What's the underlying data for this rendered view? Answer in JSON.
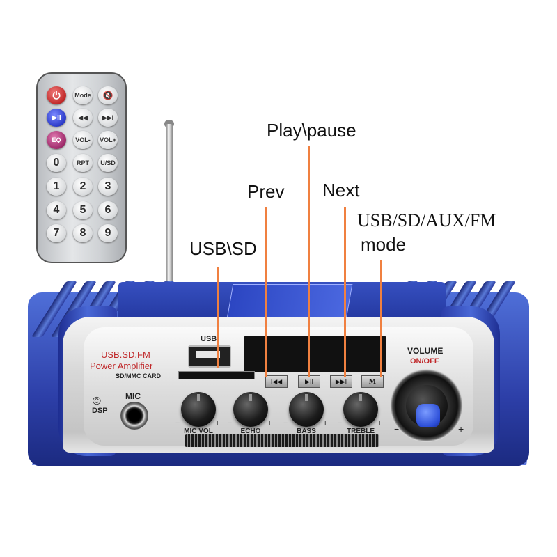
{
  "remote": {
    "rows": [
      [
        {
          "label": "⏻",
          "kind": "power"
        },
        {
          "label": "Mode",
          "kind": "normal"
        },
        {
          "label": "🔇",
          "kind": "mute"
        }
      ],
      [
        {
          "label": "▶II",
          "kind": "play"
        },
        {
          "label": "◀◀",
          "kind": "normal"
        },
        {
          "label": "▶▶I",
          "kind": "normal"
        }
      ],
      [
        {
          "label": "EQ",
          "kind": "eq"
        },
        {
          "label": "VOL-",
          "kind": "normal"
        },
        {
          "label": "VOL+",
          "kind": "normal"
        }
      ],
      [
        {
          "label": "0",
          "kind": "num"
        },
        {
          "label": "RPT",
          "kind": "normal"
        },
        {
          "label": "U/SD",
          "kind": "normal"
        }
      ],
      [
        {
          "label": "1",
          "kind": "num"
        },
        {
          "label": "2",
          "kind": "num"
        },
        {
          "label": "3",
          "kind": "num"
        }
      ],
      [
        {
          "label": "4",
          "kind": "num"
        },
        {
          "label": "5",
          "kind": "num"
        },
        {
          "label": "6",
          "kind": "num"
        }
      ],
      [
        {
          "label": "7",
          "kind": "num"
        },
        {
          "label": "8",
          "kind": "num"
        },
        {
          "label": "9",
          "kind": "num"
        }
      ]
    ]
  },
  "amp": {
    "brand_line1": "USB.SD.FM",
    "brand_line2": "Power Amplifier",
    "usb_label": "USB",
    "card_label": "SD/MMC CARD",
    "dsp_label": "DSP",
    "mic_label": "MIC",
    "volume_label": "VOLUME",
    "onoff_label": "ON/OFF",
    "minus": "−",
    "plus": "+",
    "knobs": [
      "MIC VOL",
      "ECHO",
      "BASS",
      "TREBLE"
    ],
    "buttons": [
      {
        "name": "prev",
        "symbol": "I◀◀"
      },
      {
        "name": "play-pause",
        "symbol": "▶II"
      },
      {
        "name": "next",
        "symbol": "▶▶I"
      },
      {
        "name": "mode",
        "symbol": "M"
      }
    ]
  },
  "callouts": {
    "play_pause": "Play\\pause",
    "prev": "Prev",
    "next": "Next",
    "mode_line1": "USB/SD/AUX/FM",
    "mode_line2": "mode",
    "usb_sd": "USB\\SD"
  },
  "colors": {
    "callout_line": "#f08040",
    "chassis_blue": "#2d3fa8",
    "brand_red": "#c0282a"
  }
}
